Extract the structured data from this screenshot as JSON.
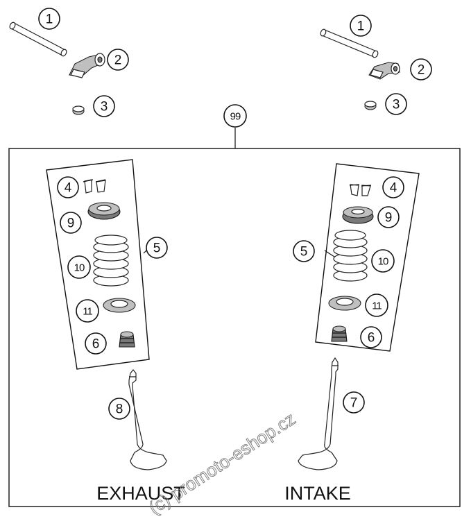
{
  "watermark": "(c) promoto-eshop.cz",
  "captions": {
    "exhaust": "EXHAUST",
    "intake": "INTAKE"
  },
  "callouts": {
    "kit": "99",
    "left_shaft": "1",
    "left_rocker": "2",
    "left_shim": "3",
    "left_keeper": "4",
    "left_spring_group": "5",
    "left_seal": "6",
    "left_retainer": "9",
    "left_spring": "10",
    "left_spring_seat": "11",
    "exhaust_valve": "8",
    "right_shaft": "1",
    "right_rocker": "2",
    "right_shim": "3",
    "right_keeper": "4",
    "right_spring_group": "5",
    "right_seal": "6",
    "right_retainer": "9",
    "right_spring": "10",
    "right_spring_seat": "11",
    "intake_valve": "7"
  }
}
